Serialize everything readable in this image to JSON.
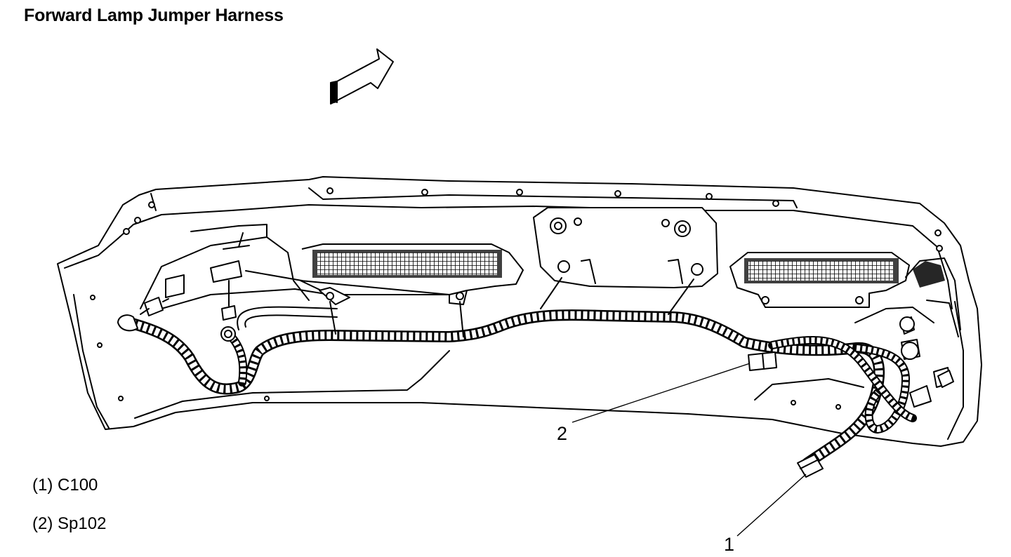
{
  "title": "Forward Lamp Jumper Harness",
  "legend": [
    {
      "number": "(1)",
      "label": "C100"
    },
    {
      "number": "(2)",
      "label": "Sp102"
    }
  ],
  "callouts": [
    {
      "id": "1",
      "text": "1"
    },
    {
      "id": "2",
      "text": "2"
    }
  ],
  "colors": {
    "line": "#000000",
    "background": "#ffffff"
  },
  "icons": [
    "direction-arrow-icon"
  ]
}
